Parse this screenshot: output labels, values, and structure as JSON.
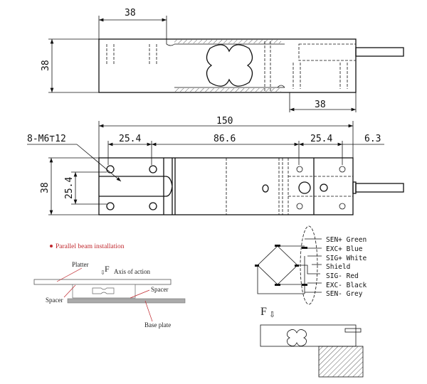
{
  "top_view": {
    "dim_width": "38",
    "dim_height": "38",
    "dim_bottom": "38"
  },
  "side_view": {
    "dim_total": "150",
    "dim_left_spacing": "25.4",
    "dim_middle": "86.6",
    "dim_right_spacing": "25.4",
    "dim_overhang": "6.3",
    "hole_spec": "8-M6⊤12",
    "dim_height": "38",
    "dim_hole_spacing": "25.4"
  },
  "installation": {
    "title": "Parallel beam installation",
    "platter": "Platter",
    "force": "F",
    "axis": "Axis of action",
    "spacer_left": "Spacer",
    "spacer_right": "Spacer",
    "base_plate": "Base plate",
    "accent_color": "#c0272d"
  },
  "wiring": {
    "items": [
      "SEN+ Green",
      "EXC+ Blue",
      "SIG+ White",
      "Shield",
      "SIG- Red",
      "EXC- Black",
      "SEN- Grey"
    ]
  },
  "load_diagram": {
    "force": "F"
  }
}
